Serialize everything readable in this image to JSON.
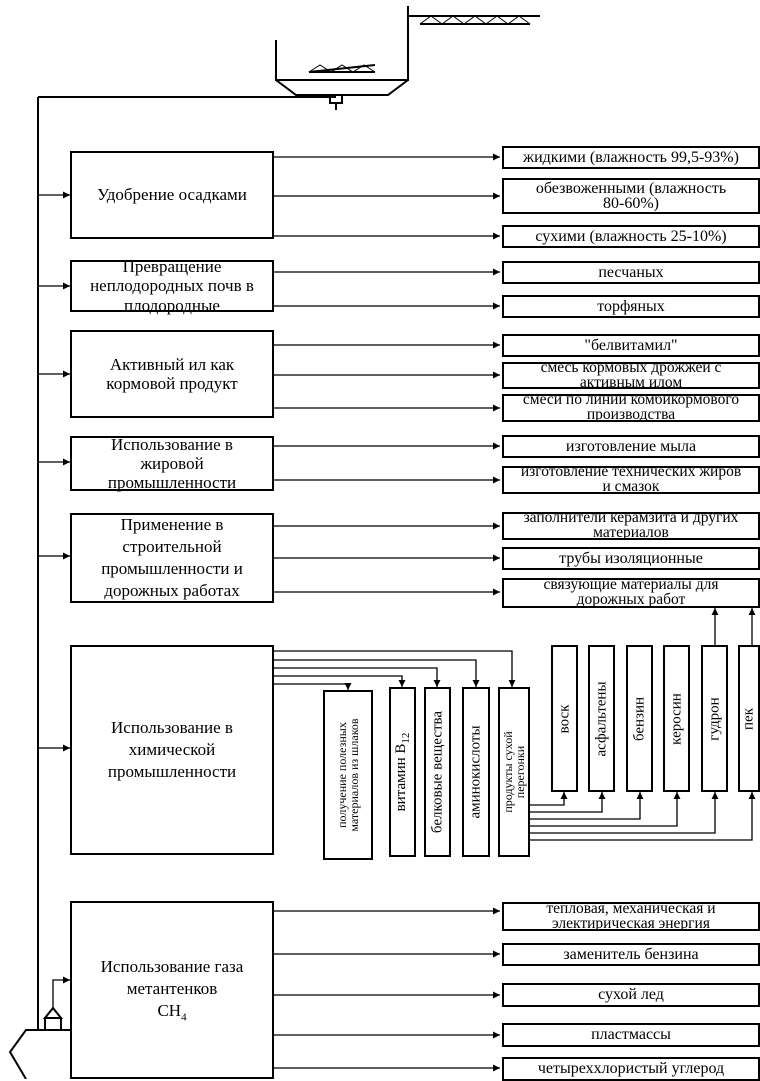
{
  "categories": [
    {
      "label": "Удобрение осадками",
      "outputs": [
        "жидкими (влажность 99,5-93%)",
        "обезвоженными (влажность 80-60%)",
        "сухими (влажность 25-10%)"
      ]
    },
    {
      "label": "Превращение неплодородных почв в плодородные",
      "outputs": [
        "песчаных",
        "торфяных"
      ]
    },
    {
      "label": "Активный ил как кормовой продукт",
      "outputs": [
        "\"белвитамил\"",
        "смесь кормовых дрожжей с активным илом",
        "смеси по линии комбикормового производства"
      ]
    },
    {
      "label": "Использование в жировой промышленности",
      "outputs": [
        "изготовление мыла",
        "изготовление технических жиров и смазок"
      ]
    },
    {
      "label": "Применение в строительной промышленности и дорожных работах",
      "outputs": [
        "заполнители керамзита и других материалов",
        "трубы изоляционные",
        "связующие материалы для дорожных работ"
      ]
    },
    {
      "label": "Использование в химической промышленности",
      "outputs": [
        "получение полезных материалов из шлаков",
        "витамин B",
        "белковые вещества",
        "аминокислоты",
        "продукты сухой перегонки"
      ],
      "vitamin_subscript": "12",
      "distillation_products": [
        "воск",
        "асфальтены",
        "бензин",
        "керосин",
        "гудрон",
        "пек"
      ]
    },
    {
      "label": "Использование газа метантенков",
      "formula": "CH",
      "formula_subscript": "4",
      "outputs": [
        "тепловая, механическая и электирическая энергия",
        "заменитель бензина",
        "сухой лед",
        "пластмассы",
        "четыреххлористый углерод"
      ]
    }
  ]
}
